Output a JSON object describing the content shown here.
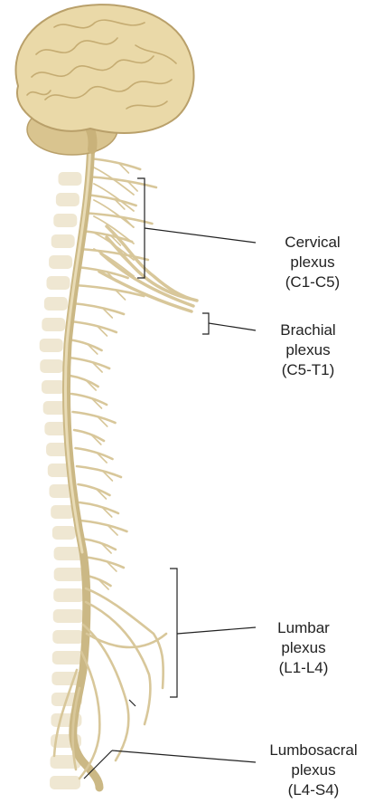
{
  "colors": {
    "nerve": "#d8c79a",
    "nerve_dark": "#b9a677",
    "vertebra": "#efe7d2",
    "brain": "#ead9a8",
    "brain_shadow": "#c9b27a",
    "leader_line": "#222222"
  },
  "labels": {
    "cervical": {
      "name": "Cervical",
      "word": "plexus",
      "range": "(C1-C5)"
    },
    "brachial": {
      "name": "Brachial",
      "word": "plexus",
      "range": "(C5-T1)"
    },
    "lumbar": {
      "name": "Lumbar",
      "word": "plexus",
      "range": "(L1-L4)"
    },
    "lumbosacral": {
      "name": "Lumbosacral",
      "word": "plexus",
      "range": "(L4-S4)"
    }
  }
}
